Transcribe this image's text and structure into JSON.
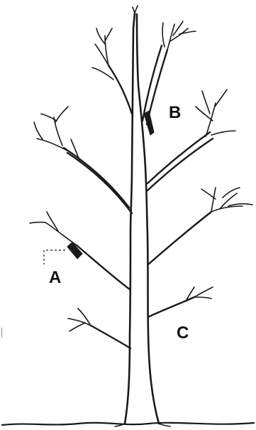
{
  "diagram": {
    "labels": {
      "a": "A",
      "b": "B",
      "c": "C"
    },
    "colors": {
      "ink": "#1a1a1a",
      "background": "#ffffff"
    }
  }
}
